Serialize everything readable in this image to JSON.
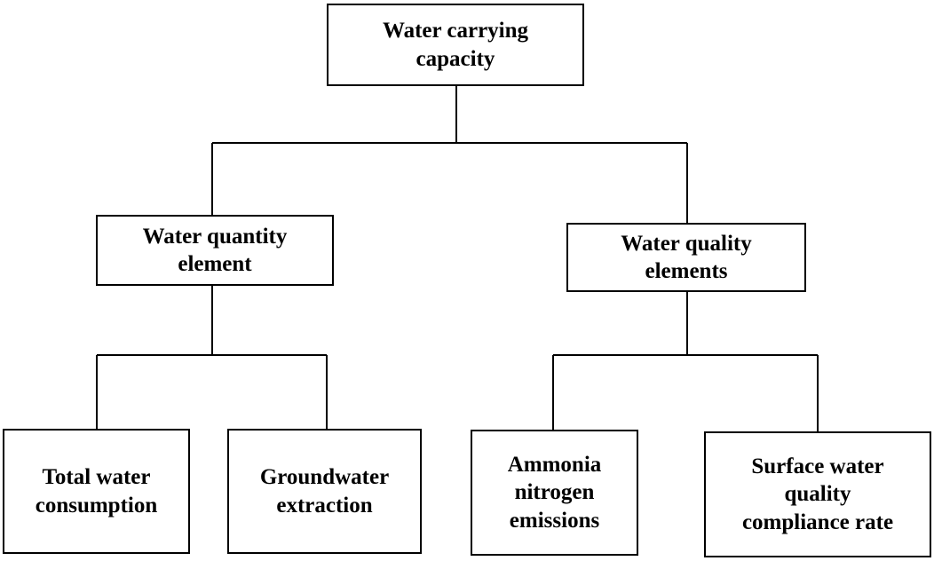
{
  "diagram": {
    "root": {
      "label": "Water carrying\ncapacity"
    },
    "branches": [
      {
        "label": "Water quantity\nelement",
        "children": [
          {
            "label": "Total water\nconsumption"
          },
          {
            "label": "Groundwater\nextraction"
          }
        ]
      },
      {
        "label": "Water quality\nelements",
        "children": [
          {
            "label": "Ammonia\nnitrogen\nemissions"
          },
          {
            "label": "Surface water\nquality\ncompliance rate"
          }
        ]
      }
    ]
  }
}
